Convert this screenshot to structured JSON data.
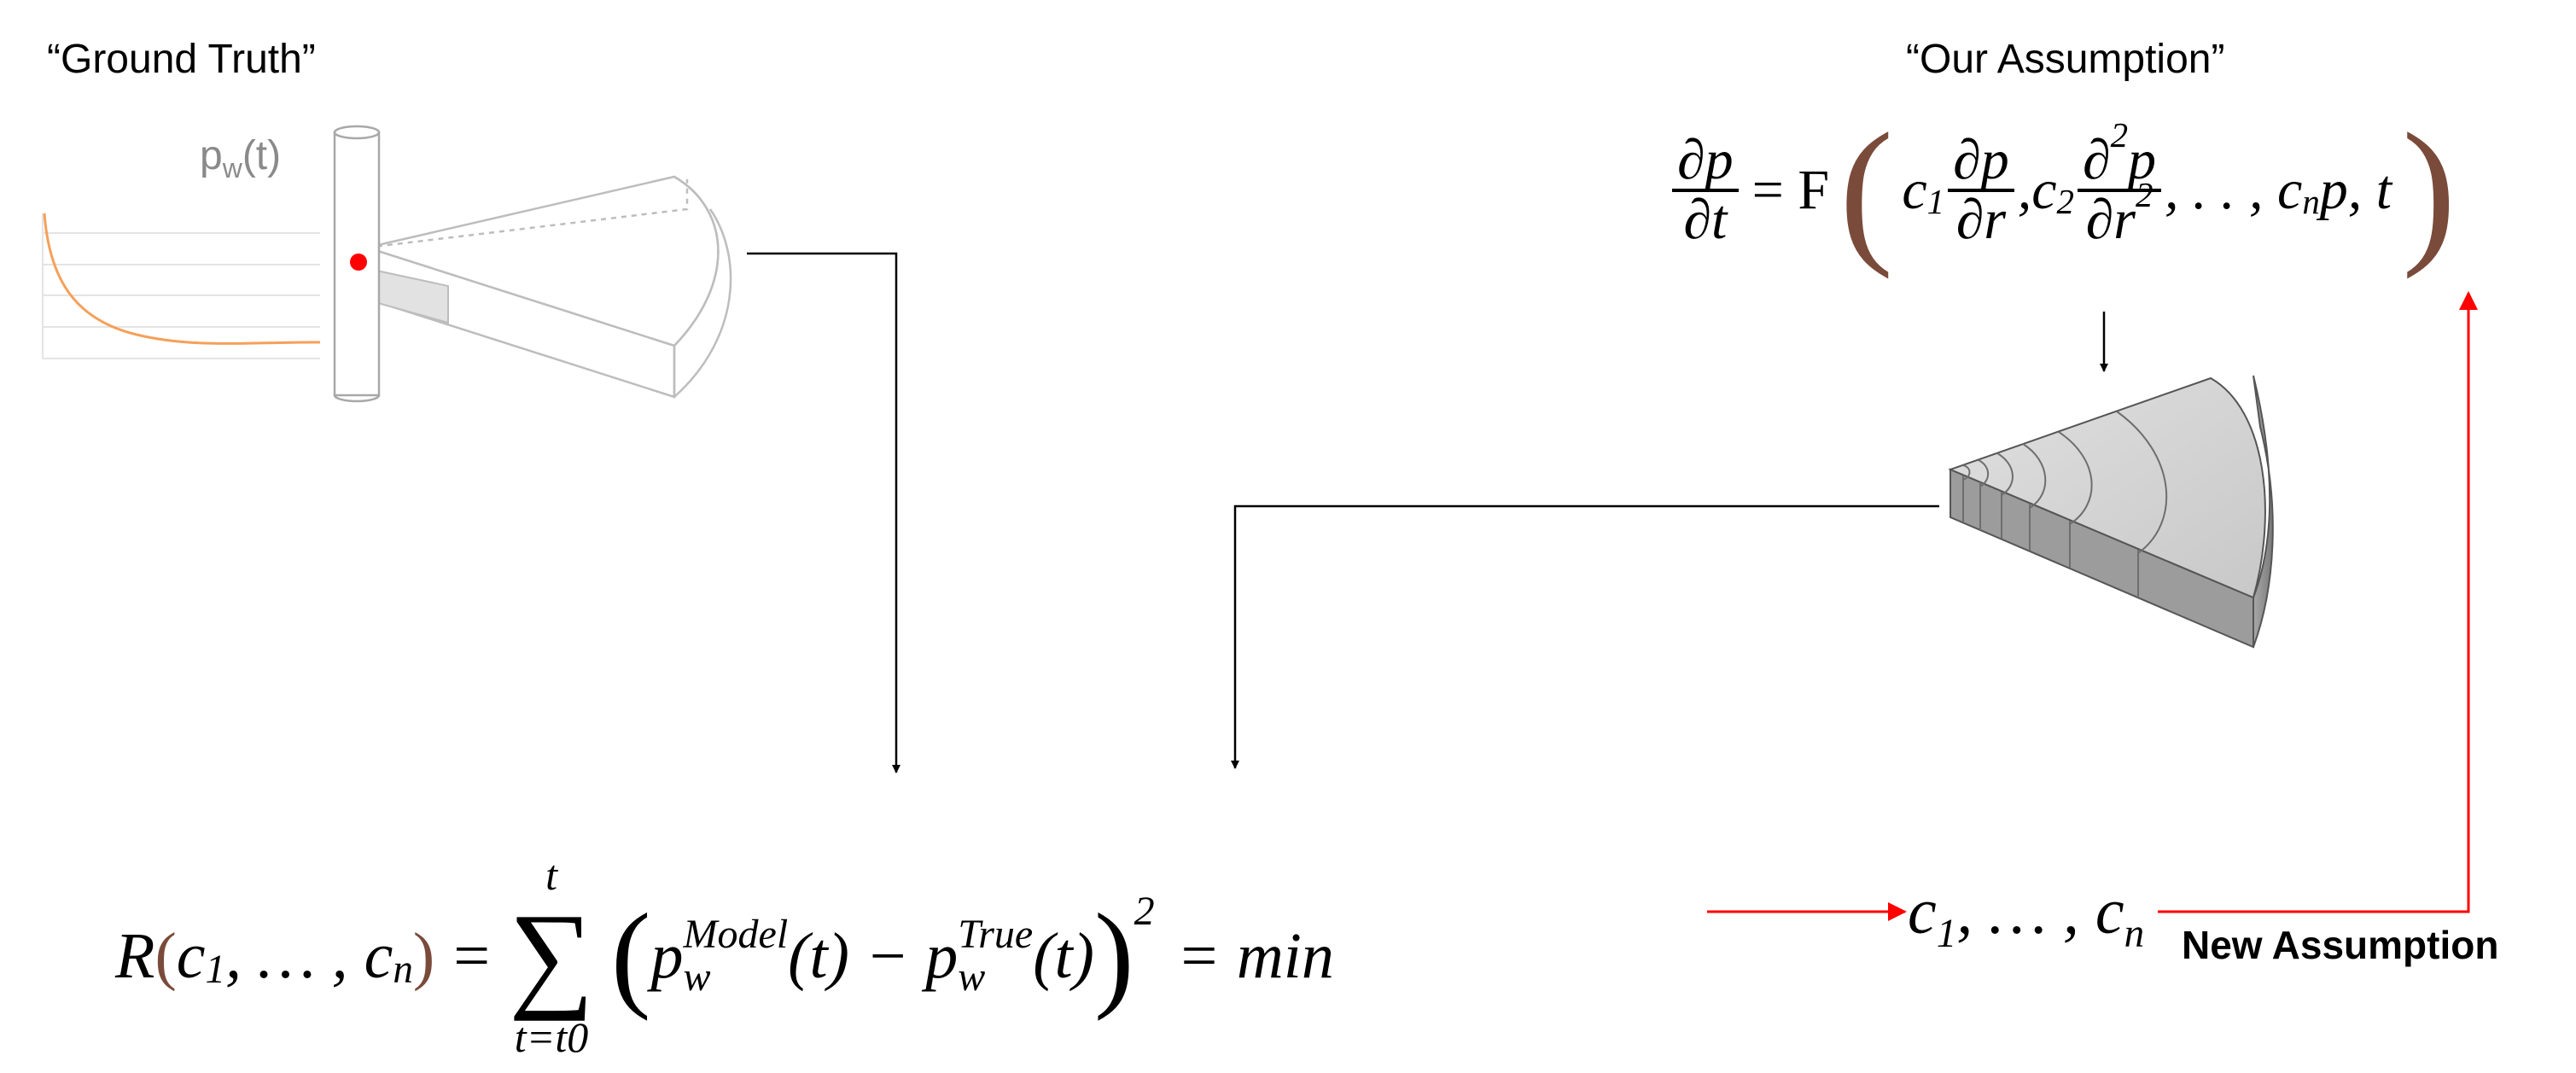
{
  "ground_truth": {
    "title": "“Ground Truth”",
    "pressure_label": "p",
    "pressure_sub": "w",
    "pressure_arg": "(t)"
  },
  "assumption": {
    "title": "“Our Assumption”",
    "pde": {
      "lhs_num": "∂p",
      "lhs_den": "∂t",
      "equals": "= F",
      "open_paren": "(",
      "c1": "c",
      "c1_sub": "1",
      "t1_num": "∂p",
      "t1_den": "∂r",
      "comma1": ",",
      "c2": "c",
      "c2_sub": "2",
      "t2_num_a": "∂",
      "t2_num_sup": "2",
      "t2_num_b": "p",
      "t2_den_a": "∂r",
      "t2_den_sup": "2",
      "mid": ", . . , ",
      "cn": "c",
      "cn_sub": "n",
      "tail": "p, t",
      "close_paren": ")"
    }
  },
  "objective": {
    "r": "R",
    "open": "(",
    "args_c": "c",
    "args_c_sub": "1",
    "args_mid": ", … , ",
    "args_cn": "c",
    "args_cn_sub": "n",
    "close": ")",
    "equals": "=",
    "sum_symbol": "∑",
    "sum_upper": "t",
    "sum_lower": "t=t0",
    "big_open": "(",
    "p1": "p",
    "p1_sub": "w",
    "p1_sup": "Model",
    "p1_arg": "(t) − ",
    "p2": "p",
    "p2_sub": "w",
    "p2_sup": "True",
    "p2_arg": "(t)",
    "big_close": ")",
    "square": "2",
    "equals_min": "= min"
  },
  "result": {
    "c": "c",
    "c_sub": "1",
    "mid": ", … , ",
    "cn": "c",
    "cn_sub": "n"
  },
  "new_assumption_label": "New Assumption",
  "colors": {
    "feedback_arrow": "#ff0000",
    "flow_arrow": "#000000",
    "pressure_curve": "#f5a05a",
    "well_marker": "#ff0000",
    "sector_fill": "#d0d0d0"
  }
}
